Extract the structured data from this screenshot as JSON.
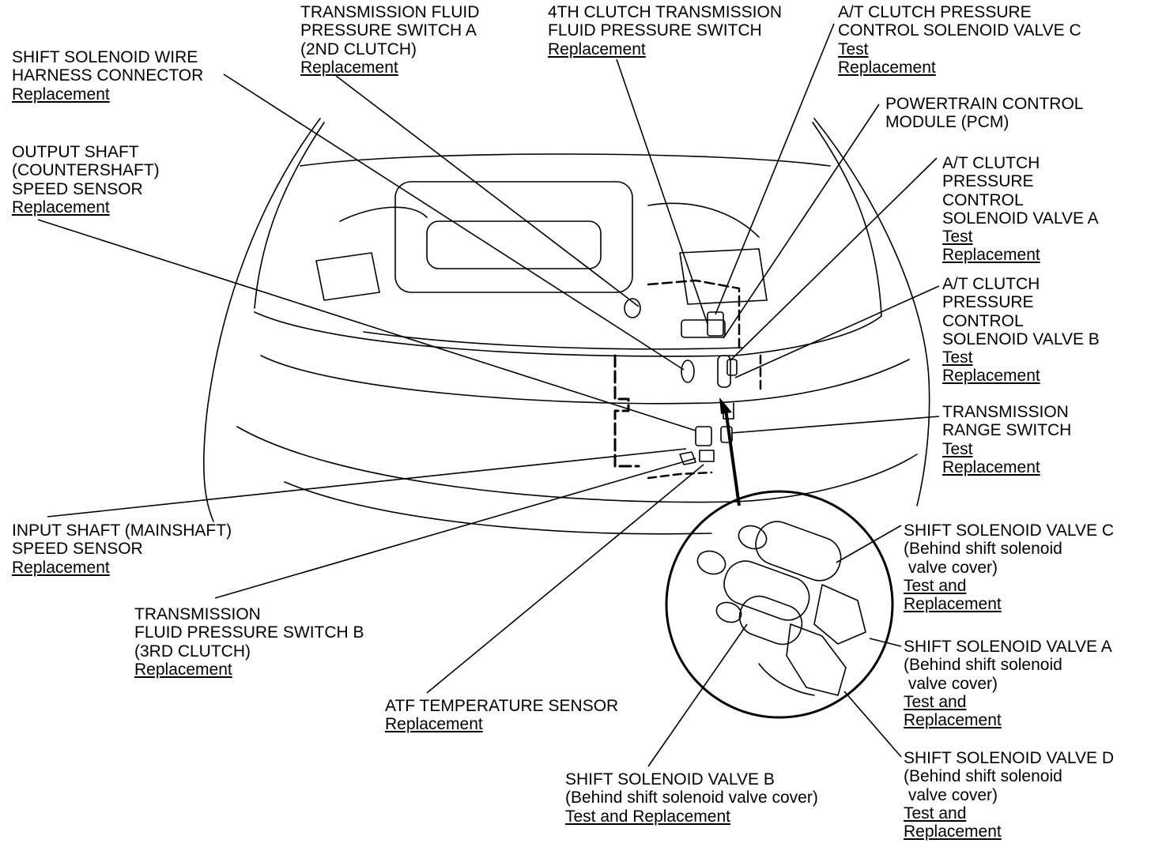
{
  "diagram": {
    "colors": {
      "ink": "#000000",
      "background": "#ffffff"
    },
    "callouts": [
      {
        "id": "tfps-a",
        "title": [
          "TRANSMISSION FLUID",
          "PRESSURE SWITCH A",
          "(2ND CLUTCH)"
        ],
        "links": [
          "Replacement"
        ]
      },
      {
        "id": "clutch4-switch",
        "title": [
          "4TH CLUTCH TRANSMISSION",
          "FLUID PRESSURE SWITCH"
        ],
        "links": [
          "Replacement"
        ]
      },
      {
        "id": "atcp-valve-c",
        "title": [
          "A/T CLUTCH PRESSURE",
          "CONTROL SOLENOID VALVE C"
        ],
        "links": [
          "Test",
          "Replacement"
        ]
      },
      {
        "id": "harness-connector",
        "title": [
          "SHIFT SOLENOID WIRE",
          "HARNESS CONNECTOR"
        ],
        "links": [
          "Replacement"
        ]
      },
      {
        "id": "output-shaft-sensor",
        "title": [
          "OUTPUT SHAFT",
          "(COUNTERSHAFT)",
          "SPEED SENSOR"
        ],
        "links": [
          "Replacement"
        ]
      },
      {
        "id": "pcm",
        "title": [
          "POWERTRAIN CONTROL",
          "MODULE (PCM)"
        ],
        "links": []
      },
      {
        "id": "atcp-valve-a",
        "title": [
          "A/T CLUTCH",
          "PRESSURE",
          "CONTROL",
          "SOLENOID VALVE A"
        ],
        "links": [
          "Test",
          "Replacement"
        ]
      },
      {
        "id": "atcp-valve-b",
        "title": [
          "A/T CLUTCH",
          "PRESSURE",
          "CONTROL",
          "SOLENOID VALVE B"
        ],
        "links": [
          "Test",
          "Replacement"
        ]
      },
      {
        "id": "range-switch",
        "title": [
          "TRANSMISSION",
          "RANGE SWITCH"
        ],
        "links": [
          "Test",
          "Replacement"
        ]
      },
      {
        "id": "input-shaft-sensor",
        "title": [
          "INPUT SHAFT (MAINSHAFT)",
          "SPEED SENSOR"
        ],
        "links": [
          "Replacement"
        ]
      },
      {
        "id": "tfps-b",
        "title": [
          "TRANSMISSION",
          "FLUID PRESSURE SWITCH B",
          "(3RD CLUTCH)"
        ],
        "links": [
          "Replacement"
        ]
      },
      {
        "id": "atf-temp-sensor",
        "title": [
          "ATF TEMPERATURE SENSOR"
        ],
        "links": [
          "Replacement"
        ]
      },
      {
        "id": "ssv-b",
        "title": [
          "SHIFT SOLENOID VALVE B",
          "(Behind shift solenoid valve cover)"
        ],
        "links": [
          "Test and Replacement"
        ]
      },
      {
        "id": "ssv-c",
        "title": [
          "SHIFT SOLENOID VALVE C",
          "(Behind shift solenoid",
          " valve cover)"
        ],
        "links": [
          "Test and",
          "Replacement"
        ]
      },
      {
        "id": "ssv-a",
        "title": [
          "SHIFT SOLENOID VALVE A",
          "(Behind shift solenoid",
          " valve cover)"
        ],
        "links": [
          "Test and",
          "Replacement"
        ]
      },
      {
        "id": "ssv-d",
        "title": [
          "SHIFT SOLENOID VALVE D",
          "(Behind shift solenoid",
          " valve cover)"
        ],
        "links": [
          "Test and",
          "Replacement"
        ]
      }
    ]
  }
}
